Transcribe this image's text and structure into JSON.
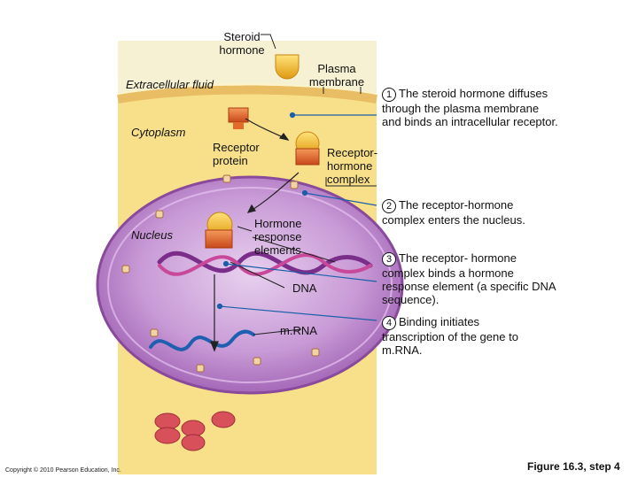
{
  "labels": {
    "steroid_hormone": "Steroid hormone",
    "plasma_membrane": "Plasma membrane",
    "extracellular_fluid": "Extracellular fluid",
    "cytoplasm": "Cytoplasm",
    "receptor_protein": "Receptor protein",
    "receptor_hormone_complex": "Receptor-hormone complex",
    "nucleus": "Nucleus",
    "hormone_response_elements": "Hormone response elements",
    "dna": "DNA",
    "mrna": "m.RNA"
  },
  "steps": [
    {
      "num": "1",
      "text": "The steroid hormone diffuses through the plasma membrane and binds an intracellular receptor."
    },
    {
      "num": "2",
      "text": "The receptor-hormone complex enters the nucleus."
    },
    {
      "num": "3",
      "text": "The receptor- hormone complex binds a hormone response element (a specific DNA sequence)."
    },
    {
      "num": "4",
      "text": "Binding initiates transcription of the gene to m.RNA."
    }
  ],
  "copyright": "Copyright © 2010 Pearson Education, Inc.",
  "figure_ref": "Figure 16.3, step 4",
  "colors": {
    "extracellular": "#f6f0cc",
    "cytoplasm": "#f8e28a",
    "membrane": "#efc870",
    "nucleus": "#b77cc8",
    "nucleus_inner": "#d9b8e2",
    "hormone": "#f5b81e",
    "receptor": "#e36a2a",
    "dna": "#7a2e8a",
    "mrna": "#1f5fb0",
    "ribosome": "#d8505a"
  }
}
